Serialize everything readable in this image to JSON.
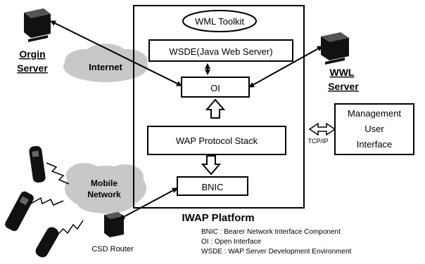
{
  "platform": {
    "title": "IWAP Platform",
    "toolkit": "WML Toolkit",
    "wsde": "WSDE(Java Web Server)",
    "oi": "OI",
    "protocol_stack": "WAP Protocol Stack",
    "bnic": "BNIC"
  },
  "origin_server": {
    "label_line1": "Orgin",
    "label_line2": "Server"
  },
  "wwl_server": {
    "label_line1": "WWL",
    "label_line2": "Server"
  },
  "internet_cloud": {
    "label": "Internet"
  },
  "mobile_cloud": {
    "label_line1": "Mobile",
    "label_line2": "Network"
  },
  "management": {
    "line1": "Management",
    "line2": "User",
    "line3": "Interface",
    "link_label": "TCP/IP"
  },
  "csd_router": {
    "label": "CSD Router"
  },
  "legend": [
    "BNIC : Bearer Network Interface Component",
    "OI : Open Interface",
    "WSDE : WAP Server Development Environment"
  ],
  "colors": {
    "ink": "#000000",
    "cloud": "#c8c8c8",
    "background": "#ffffff"
  }
}
